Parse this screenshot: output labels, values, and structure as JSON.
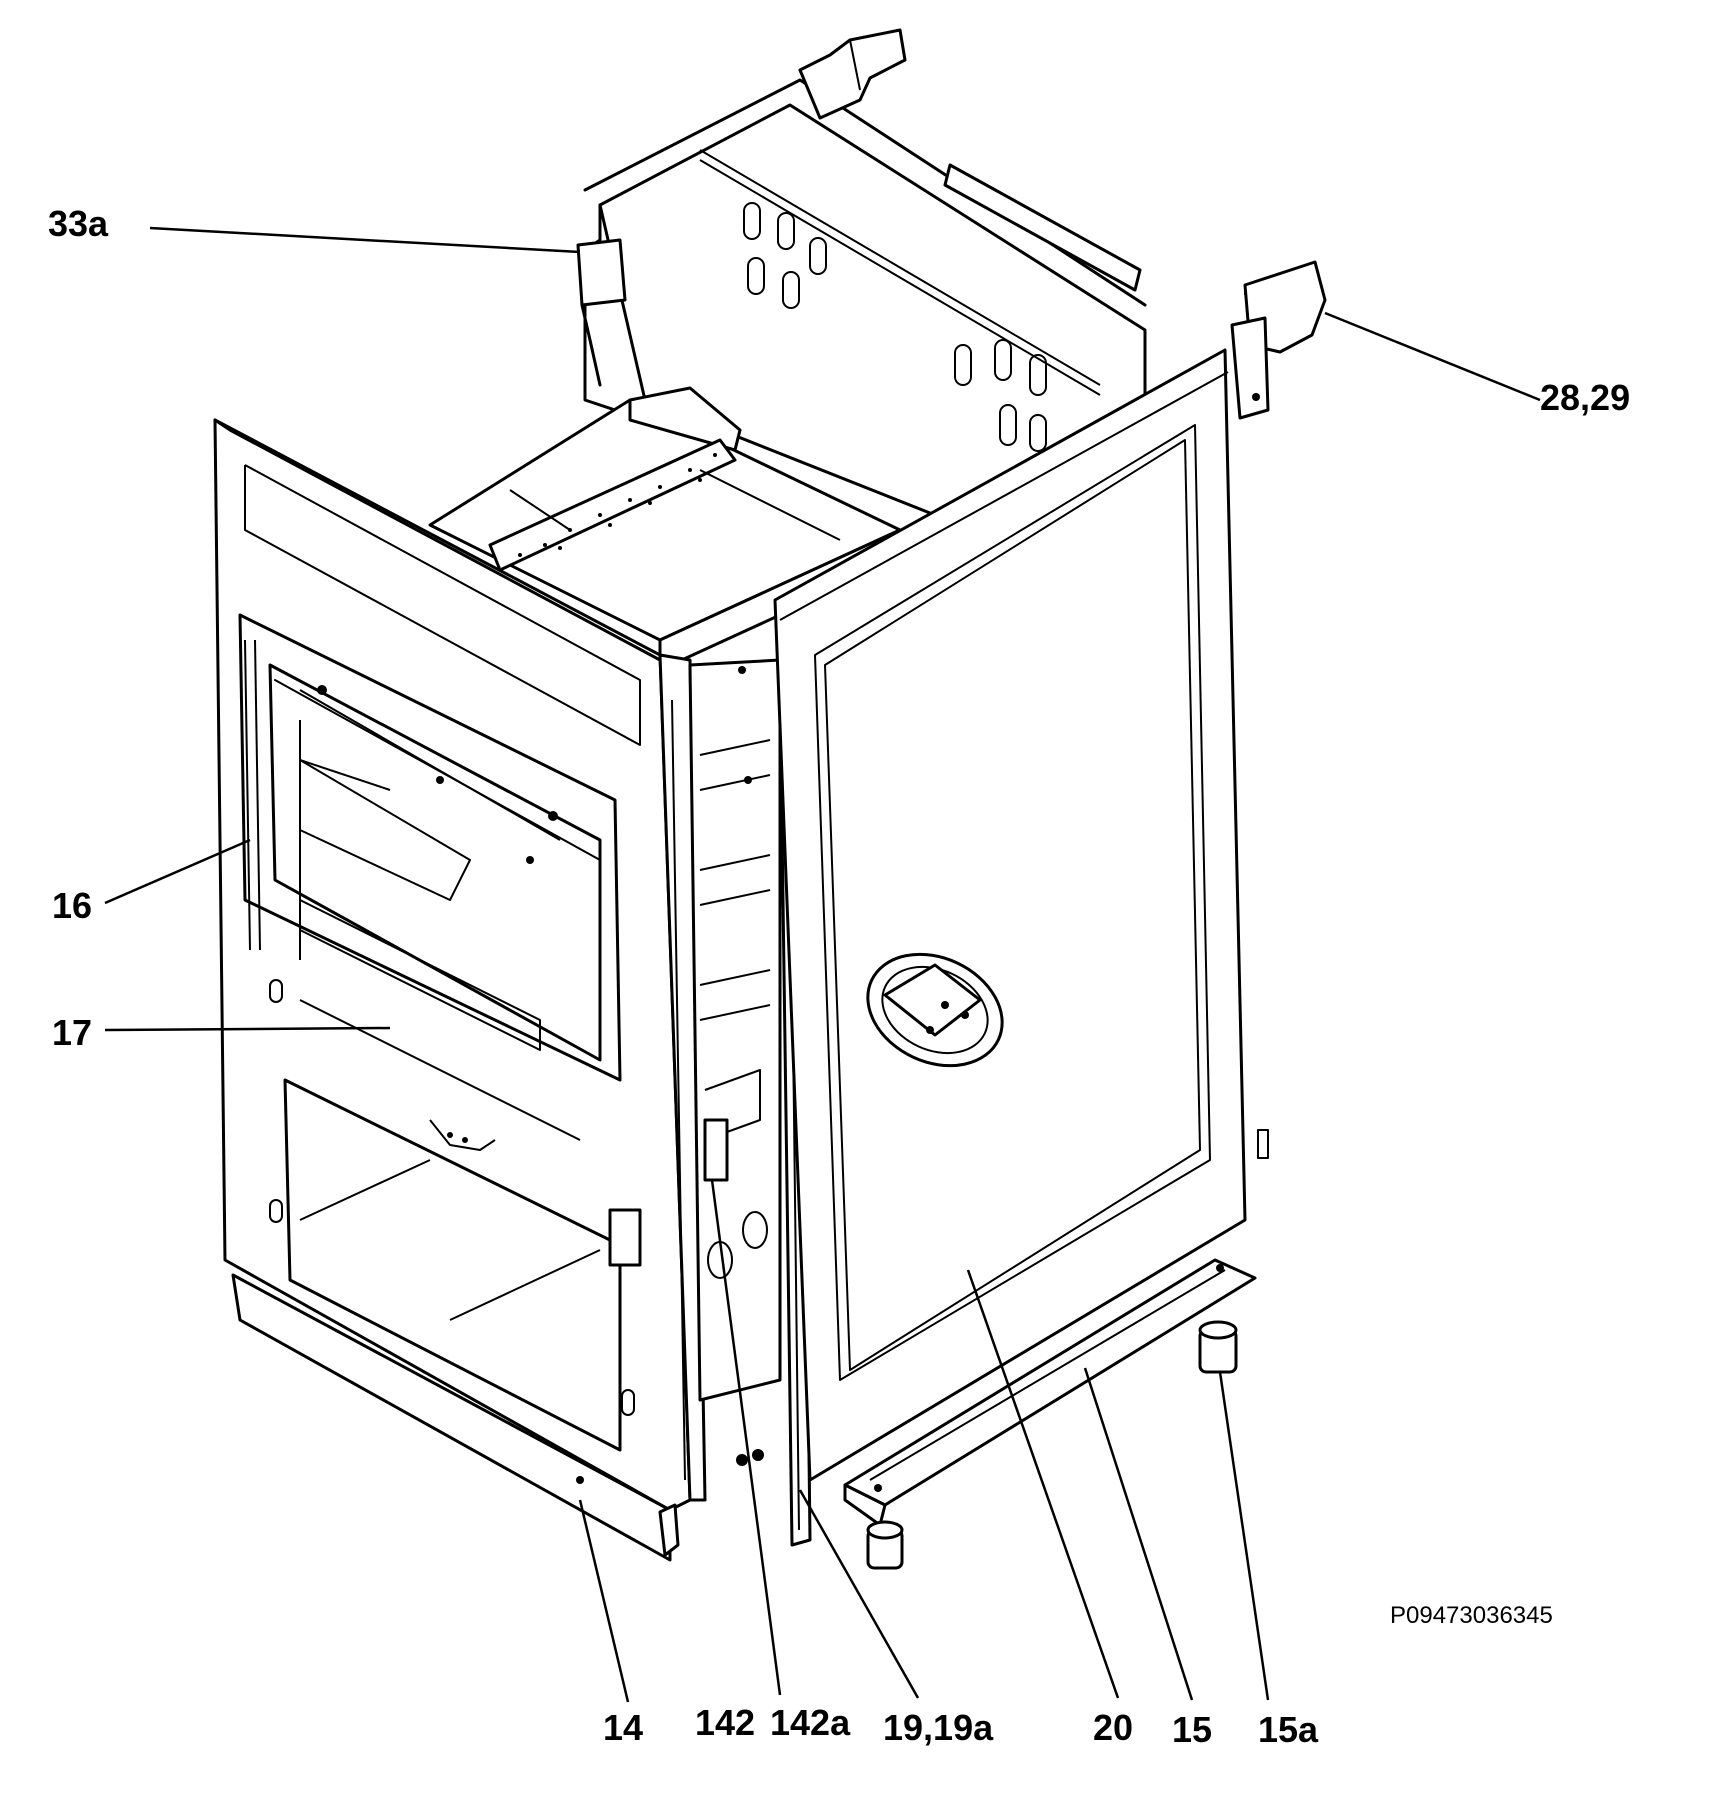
{
  "diagram": {
    "code": "P09473036345",
    "callouts": [
      {
        "id": "33a",
        "text": "33a"
      },
      {
        "id": "28-29",
        "text": "28,29"
      },
      {
        "id": "16",
        "text": "16"
      },
      {
        "id": "17",
        "text": "17"
      },
      {
        "id": "14",
        "text": "14"
      },
      {
        "id": "142",
        "text": "142"
      },
      {
        "id": "142a",
        "text": "142a"
      },
      {
        "id": "19-19a",
        "text": "19,19a"
      },
      {
        "id": "20",
        "text": "20"
      },
      {
        "id": "15",
        "text": "15"
      },
      {
        "id": "15a",
        "text": "15a"
      }
    ]
  }
}
